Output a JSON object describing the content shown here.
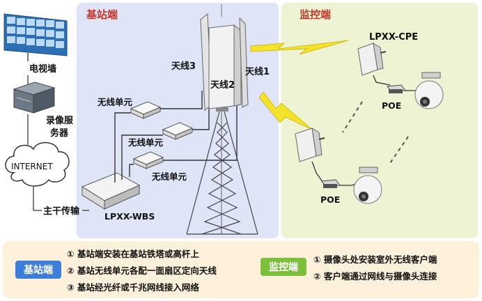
{
  "sections": {
    "base_station": "基站端",
    "monitor": "监控端"
  },
  "labels": {
    "tv_wall": "电视墙",
    "recorder_line1": "录像服",
    "recorder_line2": "务器",
    "internet": "INTERNET",
    "backbone": "主干传输",
    "wbs": "LPXX-WBS",
    "antenna1": "天线1",
    "antenna2": "天线2",
    "antenna3": "天线3",
    "wireless_unit": "无线单元",
    "cpe": "LPXX-CPE",
    "poe": "POE"
  },
  "legend": {
    "base_badge": "基站端",
    "monitor_badge": "监控端",
    "base_notes": [
      "① 基站端安装在基站铁塔或高杆上",
      "② 基站无线单元各配一面扇区定向天线",
      "③ 基站经光纤或千兆网线接入网络"
    ],
    "monitor_notes": [
      "① 摄像头处安装室外无线客户端",
      "② 客户端通过网线与摄像头连接"
    ]
  },
  "colors": {
    "base_panel": "#dfe5f7",
    "monitor_panel": "#eef3d4",
    "title_red": "#c0392b",
    "legend_bg": "#fdf1dc",
    "badge_blue": "#3d7fd8",
    "badge_green": "#7bbf3a",
    "lightning": "#f5e22a"
  }
}
